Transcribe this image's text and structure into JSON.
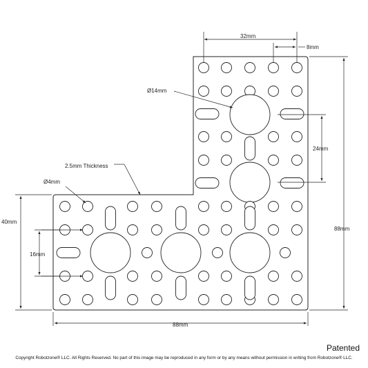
{
  "dimensions": {
    "top_spacing": "32mm",
    "hole_pitch": "8mm",
    "large_hole_dia": "Ø14mm",
    "small_hole_dia": "Ø4mm",
    "hub_spacing": "24mm",
    "thickness": "2.5mm Thickness",
    "arm_width": "40mm",
    "row_spacing": "16mm",
    "overall_height": "88mm",
    "overall_width": "88mm"
  },
  "footer": {
    "patented": "Patented",
    "copyright": "Copyright Robotzone® LLC.  All Rights Reserved. No part of this image may be reproduced in any form or by any means without permission in writing from Robotzone® LLC."
  }
}
